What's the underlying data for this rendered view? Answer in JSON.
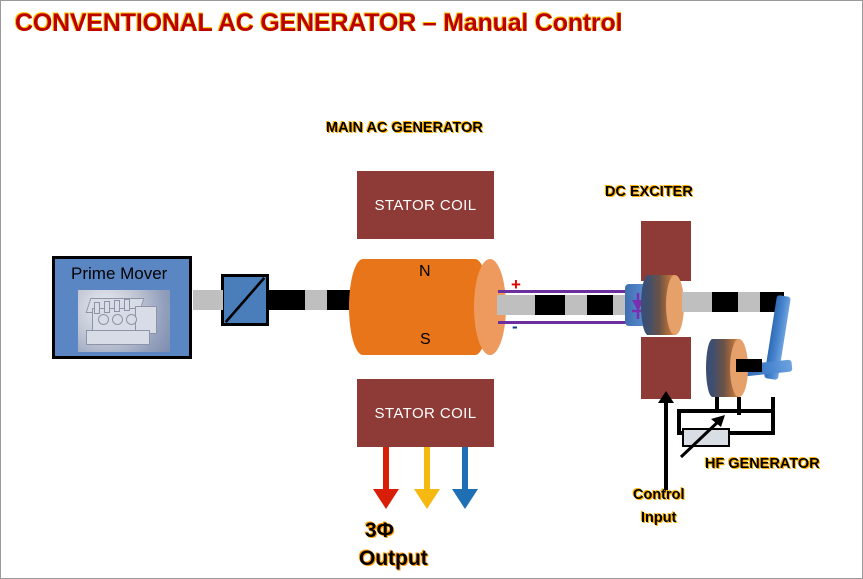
{
  "title": "CONVENTIONAL AC GENERATOR – Manual Control",
  "labels": {
    "main_generator": "MAIN AC GENERATOR",
    "dc_exciter": "DC EXCITER",
    "hf_generator": "HF GENERATOR",
    "prime_mover": "Prime Mover",
    "stator_coil_top": "STATOR COIL",
    "stator_coil_bottom": "STATOR COIL",
    "rotor_north": "N",
    "rotor_south": "S",
    "polarity_plus": "+",
    "polarity_minus": "-",
    "control_input_line1": "Control",
    "control_input_line2": "Input",
    "output_line1": "3Φ",
    "output_line2": "Output"
  },
  "phases": [
    {
      "name": "phase-r",
      "color": "#D81E06"
    },
    {
      "name": "phase-y",
      "color": "#F5B912"
    },
    {
      "name": "phase-b",
      "color": "#1F6FB4"
    }
  ],
  "colors": {
    "title_fill": "#BB0000",
    "title_outline": "#FFC000",
    "heading_shadow": "#FFB000",
    "prime_mover_fill": "#5B86C4",
    "stator_fill": "#8E3A36",
    "rotor_fill": "#E8751A",
    "rotor_face": "#EE9A5E",
    "coupling_fill": "#4A7EBB",
    "excitation_wire": "#6B2FA0",
    "shaft_gray": "#BFBFBF",
    "shaft_black": "#000000",
    "belt_blue": "#4A86CF",
    "plus_sign": "#E00000",
    "minus_sign": "#103C8C"
  },
  "icons": {
    "coupling": "coupling-icon",
    "diode": "diode-icon",
    "rheostat": "variable-resistor-icon",
    "engine": "engine-image"
  }
}
